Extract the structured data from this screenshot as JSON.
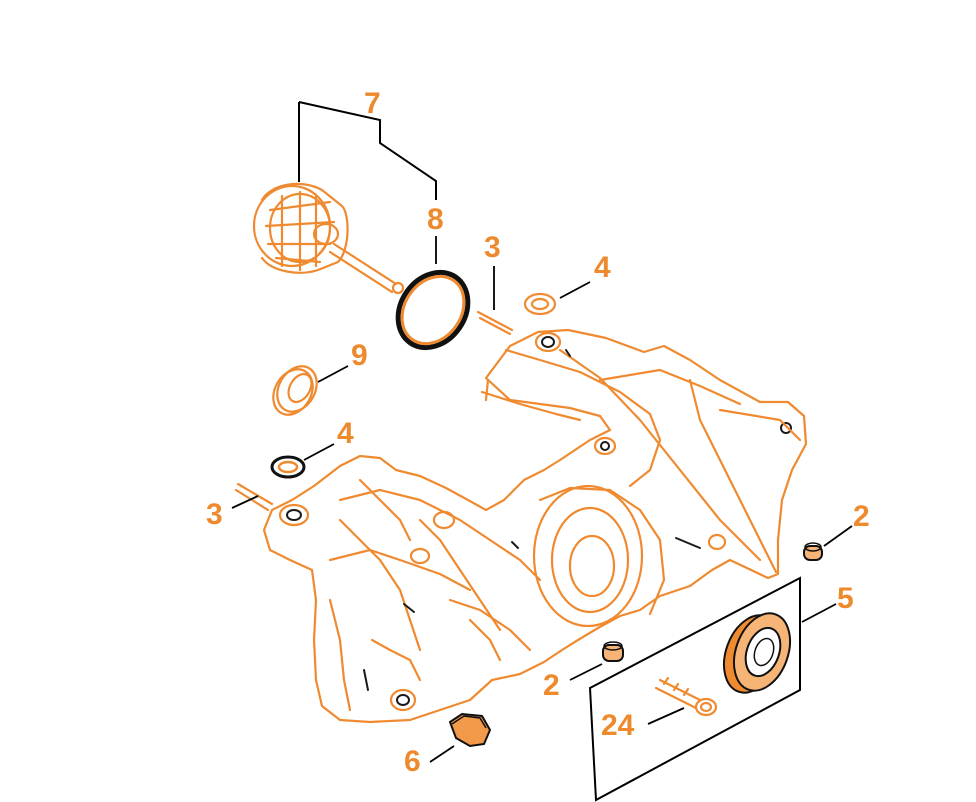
{
  "callouts": {
    "c7": "7",
    "c8": "8",
    "c3_top": "3",
    "c4_top": "4",
    "c9": "9",
    "c4_left": "4",
    "c3_left": "3",
    "c2_right": "2",
    "c5": "5",
    "c2_bottom": "2",
    "c24": "24",
    "c6": "6"
  },
  "colors": {
    "part_stroke": "#ef8a30",
    "part_fill": "#f7b477",
    "label": "#ee8a2e",
    "leader": "#000000"
  }
}
